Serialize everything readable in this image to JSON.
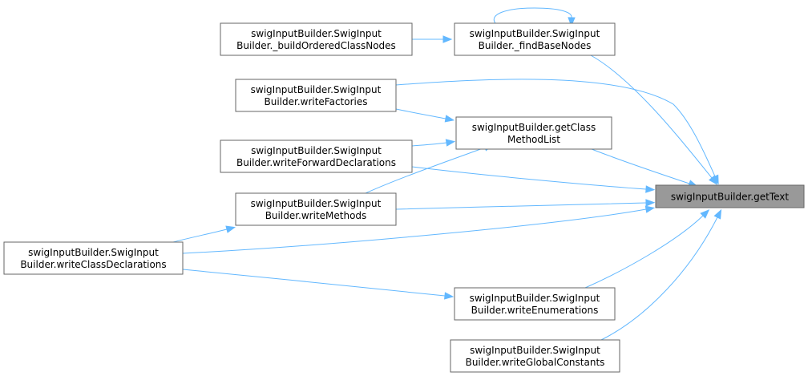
{
  "diagram": {
    "nodes": {
      "getText": {
        "lines": [
          "swigInputBuilder.getText"
        ],
        "focus": true
      },
      "findBaseNodes": {
        "lines": [
          "swigInputBuilder.SwigInput",
          "Builder._findBaseNodes"
        ]
      },
      "buildOrderedClassNodes": {
        "lines": [
          "swigInputBuilder.SwigInput",
          "Builder._buildOrderedClassNodes"
        ]
      },
      "writeFactories": {
        "lines": [
          "swigInputBuilder.SwigInput",
          "Builder.writeFactories"
        ]
      },
      "getClassMethodList": {
        "lines": [
          "swigInputBuilder.getClass",
          "MethodList"
        ]
      },
      "writeForwardDeclarations": {
        "lines": [
          "swigInputBuilder.SwigInput",
          "Builder.writeForwardDeclarations"
        ]
      },
      "writeMethods": {
        "lines": [
          "swigInputBuilder.SwigInput",
          "Builder.writeMethods"
        ]
      },
      "writeClassDeclarations": {
        "lines": [
          "swigInputBuilder.SwigInput",
          "Builder.writeClassDeclarations"
        ]
      },
      "writeEnumerations": {
        "lines": [
          "swigInputBuilder.SwigInput",
          "Builder.writeEnumerations"
        ]
      },
      "writeGlobalConstants": {
        "lines": [
          "swigInputBuilder.SwigInput",
          "Builder.writeGlobalConstants"
        ]
      }
    },
    "edges": [
      {
        "from": "findBaseNodes",
        "to": "getText"
      },
      {
        "from": "findBaseNodes",
        "to": "findBaseNodes"
      },
      {
        "from": "buildOrderedClassNodes",
        "to": "findBaseNodes"
      },
      {
        "from": "writeFactories",
        "to": "getText"
      },
      {
        "from": "writeFactories",
        "to": "getClassMethodList"
      },
      {
        "from": "getClassMethodList",
        "to": "getText"
      },
      {
        "from": "writeForwardDeclarations",
        "to": "getText"
      },
      {
        "from": "writeForwardDeclarations",
        "to": "getClassMethodList"
      },
      {
        "from": "writeMethods",
        "to": "getText"
      },
      {
        "from": "writeMethods",
        "to": "getClassMethodList"
      },
      {
        "from": "writeClassDeclarations",
        "to": "getText"
      },
      {
        "from": "writeClassDeclarations",
        "to": "writeMethods"
      },
      {
        "from": "writeClassDeclarations",
        "to": "writeEnumerations"
      },
      {
        "from": "writeEnumerations",
        "to": "getText"
      },
      {
        "from": "writeGlobalConstants",
        "to": "getText"
      }
    ],
    "colors": {
      "edge": "#63b8ff",
      "node_border": "#666666",
      "node_fill": "#ffffff",
      "focus_fill": "#999999"
    }
  }
}
